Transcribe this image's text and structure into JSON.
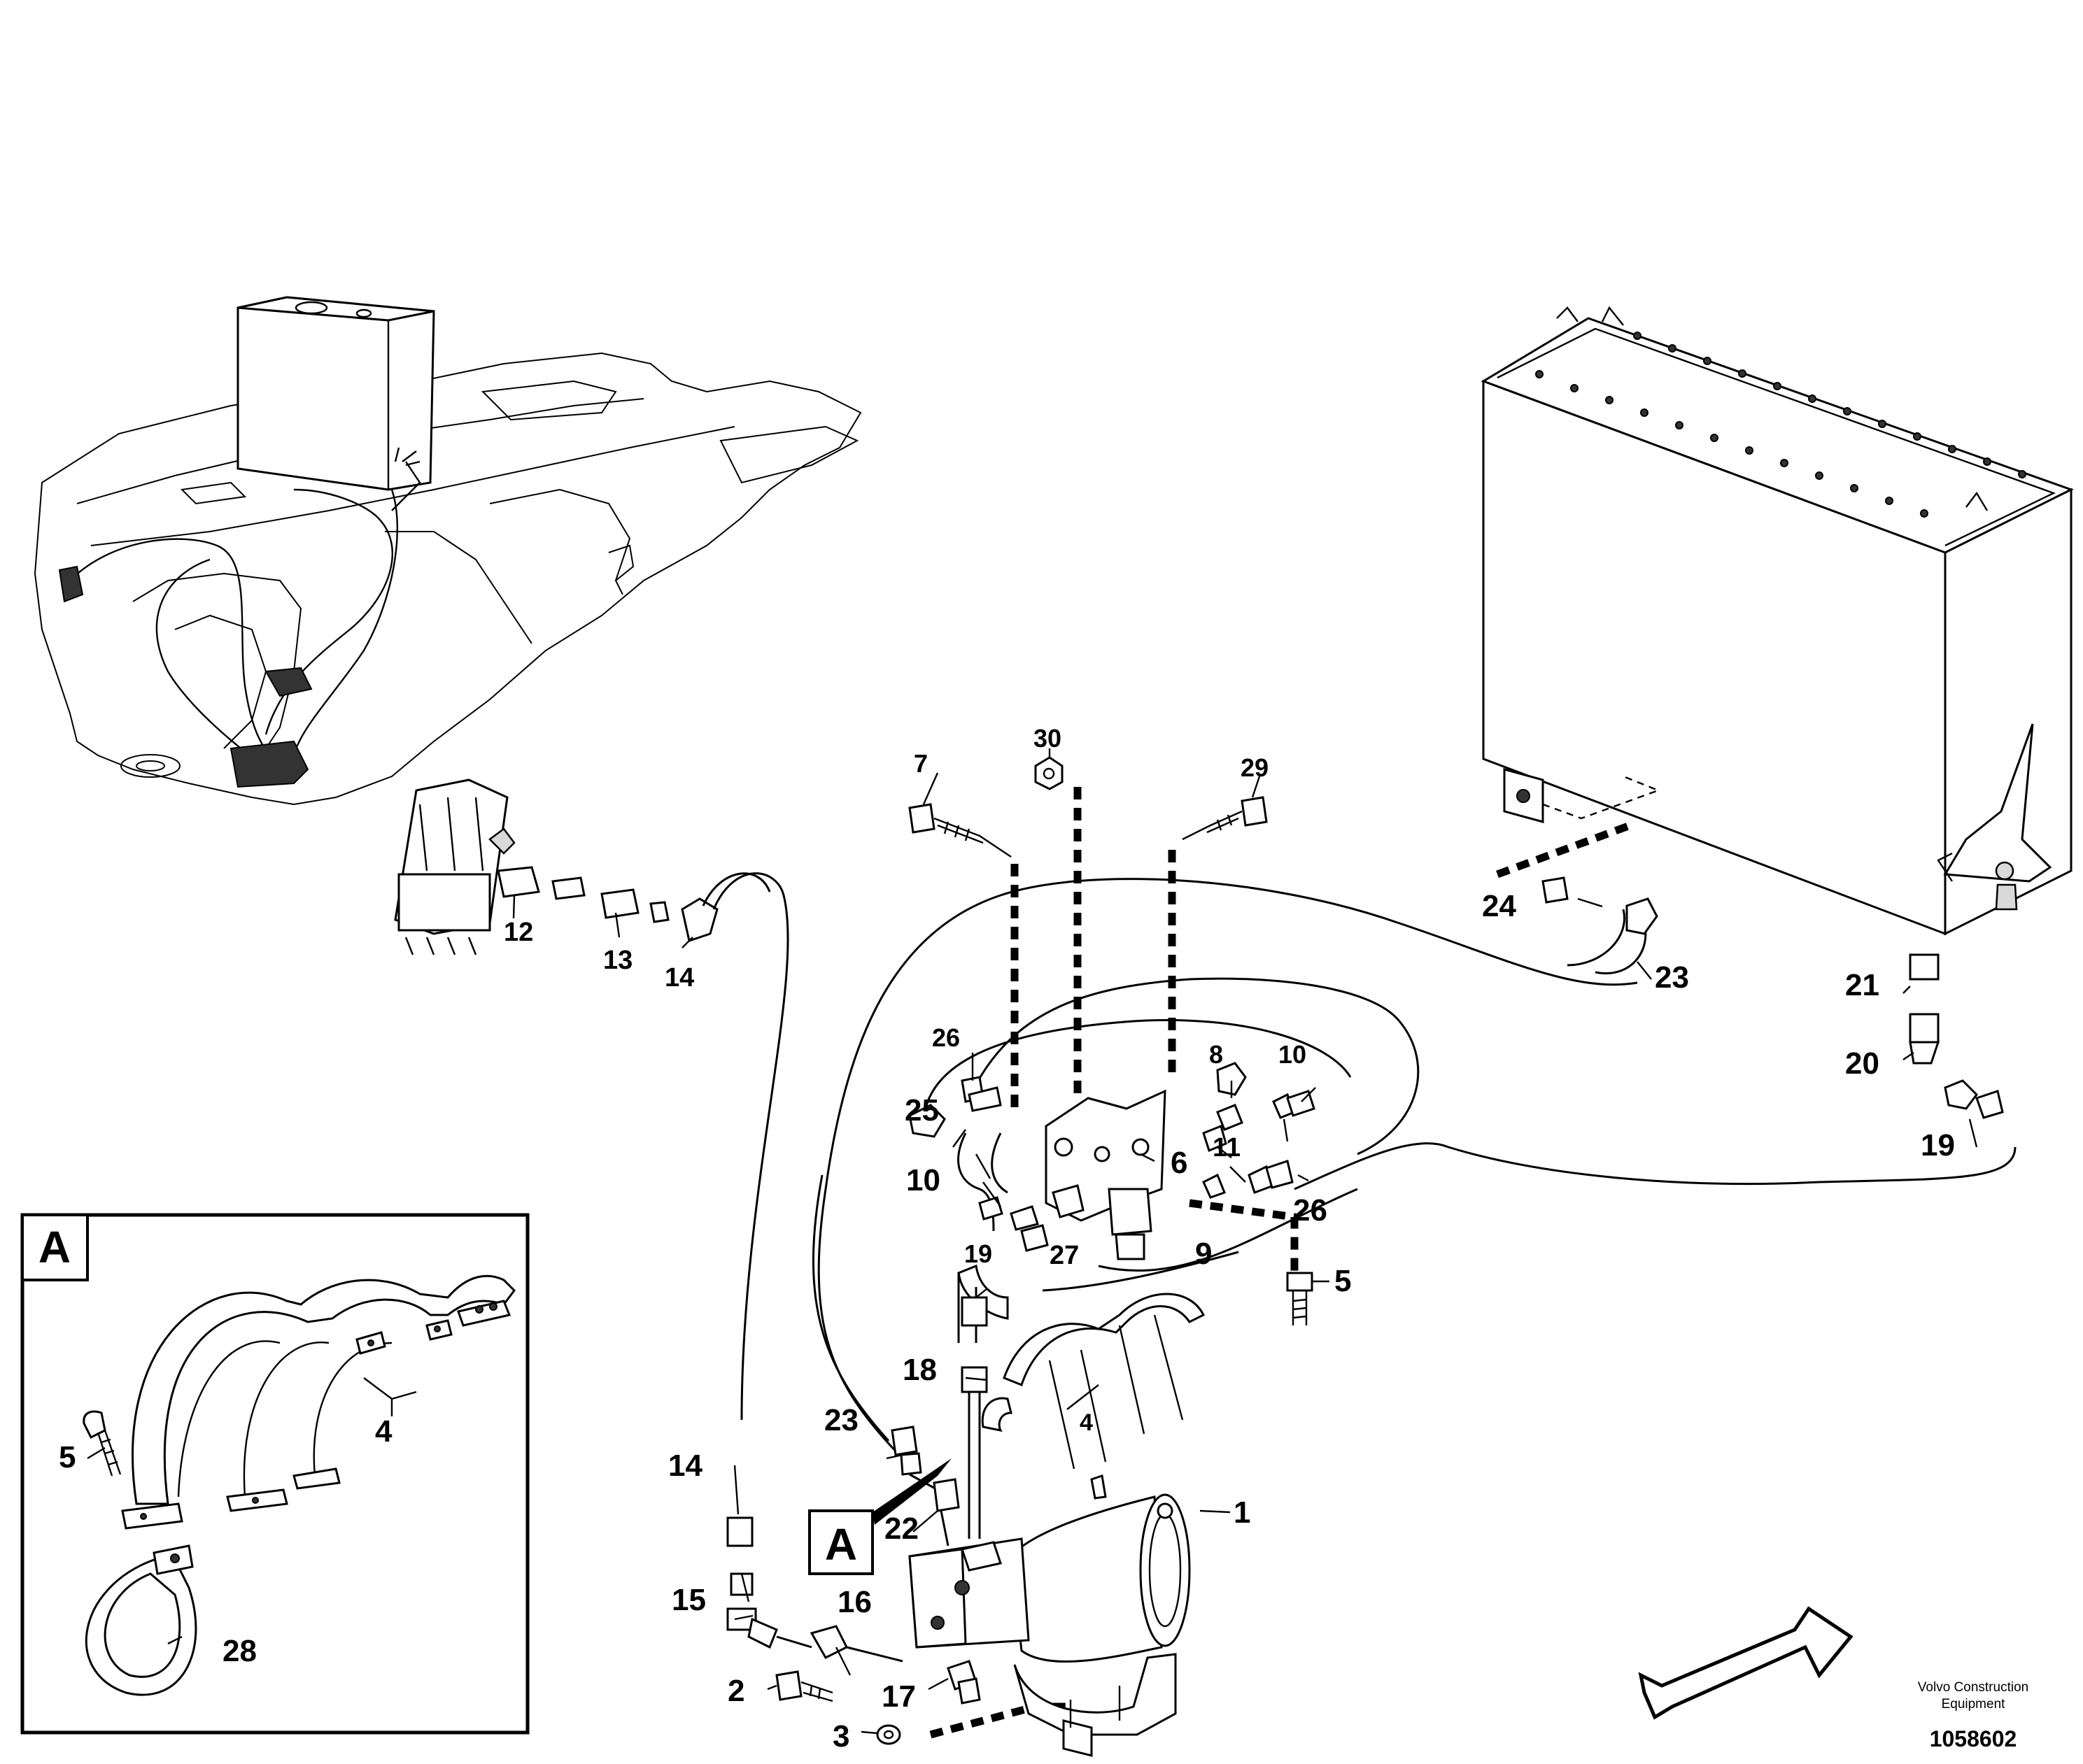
{
  "callouts": {
    "c1": "1",
    "c2": "2",
    "c3": "3",
    "c4a": "4",
    "c4b": "4",
    "c5a": "5",
    "c5b": "5",
    "c6": "6",
    "c7": "7",
    "c8": "8",
    "c9": "9",
    "c10a": "10",
    "c10b": "10",
    "c11": "11",
    "c12": "12",
    "c13": "13",
    "c14a": "14",
    "c14b": "14",
    "c15": "15",
    "c16": "16",
    "c17": "17",
    "c18": "18",
    "c19a": "19",
    "c19b": "19",
    "c20": "20",
    "c21": "21",
    "c22": "22",
    "c23a": "23",
    "c23b": "23",
    "c24": "24",
    "c25": "25",
    "c26a": "26",
    "c26b": "26",
    "c27": "27",
    "c28": "28",
    "c29": "29",
    "c30": "30"
  },
  "detail": {
    "box_label": "A",
    "pointer_label": "A"
  },
  "footer": {
    "brand_line1": "Volvo Construction",
    "brand_line2": "Equipment",
    "doc_number": "1058602"
  }
}
